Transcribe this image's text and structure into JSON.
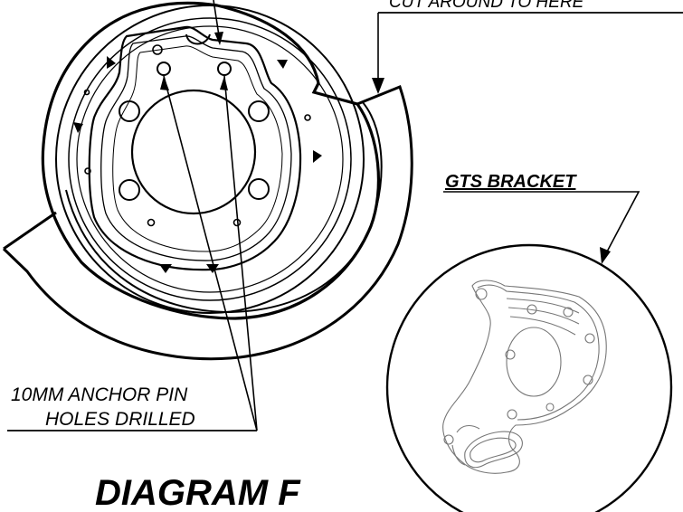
{
  "labels": {
    "top_right": "CUT AROUND TO HERE",
    "bracket": "GTS BRACKET",
    "anchor_line1": "10MM ANCHOR PIN",
    "anchor_line2": "HOLES DRILLED",
    "title": "DIAGRAM F"
  },
  "colors": {
    "line": "#000000",
    "sketch": "#777777",
    "background": "#ffffff"
  }
}
